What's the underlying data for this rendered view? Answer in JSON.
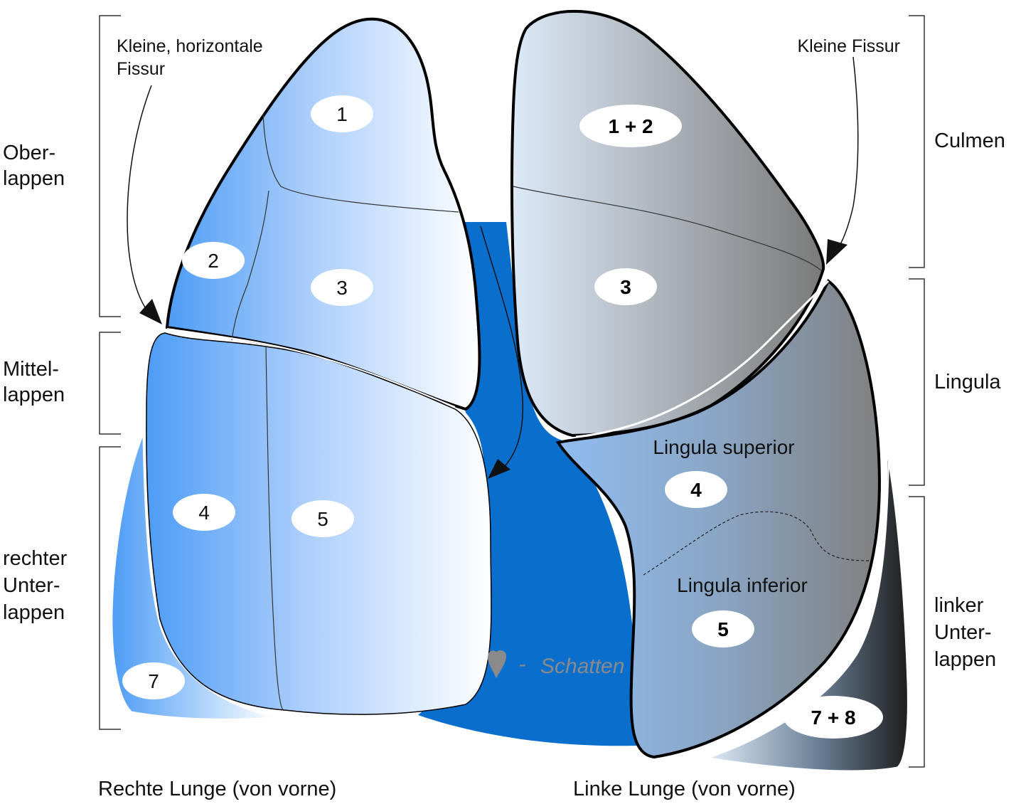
{
  "colors": {
    "heart_shadow": "#0a6fcc",
    "right_lung_light": "#ffffff",
    "right_lung_dark": "#4d9cf6",
    "left_lung_light": "#dce9f7",
    "left_lung_dark": "#7a7a7a",
    "left_lower_dark": "#1e1e1e",
    "outline": "#000000"
  },
  "right_lung": {
    "caption": "Rechte Lunge (von vorne)",
    "fissure_label_line1": "Kleine, horizontale",
    "fissure_label_line2": "Fissur",
    "lobes": {
      "upper_line1": "Ober-",
      "upper_line2": "lappen",
      "middle_line1": "Mittel-",
      "middle_line2": "lappen",
      "lower_line1": "rechter",
      "lower_line2": "Unter-",
      "lower_line3": "lappen"
    },
    "segments": {
      "s1": "1",
      "s2": "2",
      "s3": "3",
      "s4": "4",
      "s5": "5",
      "s7": "7"
    }
  },
  "left_lung": {
    "caption": "Linke Lunge (von vorne)",
    "fissure_label": "Kleine Fissur",
    "lobes": {
      "culmen": "Culmen",
      "lingula": "Lingula",
      "lower_line1": "linker",
      "lower_line2": "Unter-",
      "lower_line3": "lappen"
    },
    "lingula_superior": "Lingula superior",
    "lingula_inferior": "Lingula inferior",
    "segments": {
      "s12": "1 + 2",
      "s3": "3",
      "s4": "4",
      "s5": "5",
      "s78": "7 + 8"
    }
  },
  "heart": {
    "icon": "heart-icon",
    "dash": "-",
    "label": "Schatten"
  }
}
